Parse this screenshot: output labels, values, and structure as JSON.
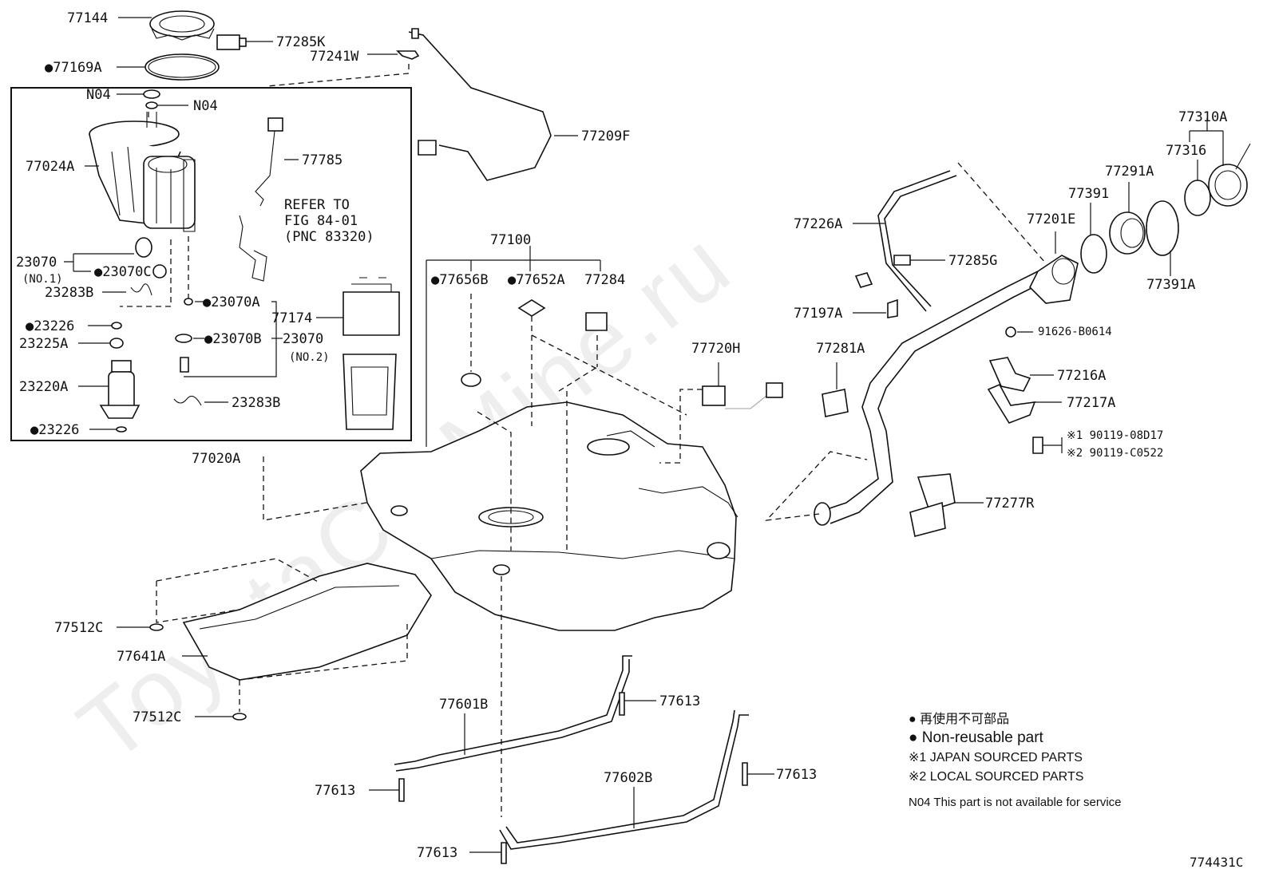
{
  "diagram": {
    "figure_code": "774431C",
    "watermark": "ToyotaCarMine.ru",
    "refer_note": [
      "REFER TO",
      "FIG 84-01",
      "(PNC 83320)"
    ],
    "labels": {
      "p77144": "77144",
      "p77285K": "77285K",
      "p77241W": "77241W",
      "p77169A": "●77169A",
      "pN04a": "N04",
      "pN04b": "N04",
      "p77024A": "77024A",
      "p77785": "77785",
      "p23070_1": "23070",
      "p23070_1_no": "(NO.1)",
      "p23070C": "●23070C",
      "p23283B_a": "23283B",
      "p23070A": "●23070A",
      "p23226_a": "●23226",
      "p23225A": "23225A",
      "p23070B": "●23070B",
      "p23070_2": "23070",
      "p23070_2_no": "(NO.2)",
      "p77174": "77174",
      "p23220A": "23220A",
      "p23283B_b": "23283B",
      "p23226_b": "●23226",
      "p77020A": "77020A",
      "p77209F": "77209F",
      "p77100": "77100",
      "p77656B": "●77656B",
      "p77652A": "●77652A",
      "p77284": "77284",
      "p77720H": "77720H",
      "p77281A": "77281A",
      "p77226A": "77226A",
      "p77285G": "77285G",
      "p77197A": "77197A",
      "p77201E": "77201E",
      "p77391": "77391",
      "p77291A": "77291A",
      "p77316": "77316",
      "p77310A": "77310A",
      "p77391A": "77391A",
      "p91626": "91626-B0614",
      "p77216A": "77216A",
      "p77217A": "77217A",
      "p90119_1": "※1 90119-08D17",
      "p90119_2": "※2 90119-C0522",
      "p77277R": "77277R",
      "p77512C_a": "77512C",
      "p77641A": "77641A",
      "p77512C_b": "77512C",
      "p77601B": "77601B",
      "p77613_a": "77613",
      "p77613_b": "77613",
      "p77613_c": "77613",
      "p77613_d": "77613",
      "p77602B": "77602B"
    },
    "legend": {
      "line1": "● 再使用不可部品",
      "line2": "● Non-reusable part",
      "line3": "※1 JAPAN SOURCED PARTS",
      "line4": "※2 LOCAL SOURCED PARTS",
      "line5": "N04  This part is not available for service"
    }
  }
}
